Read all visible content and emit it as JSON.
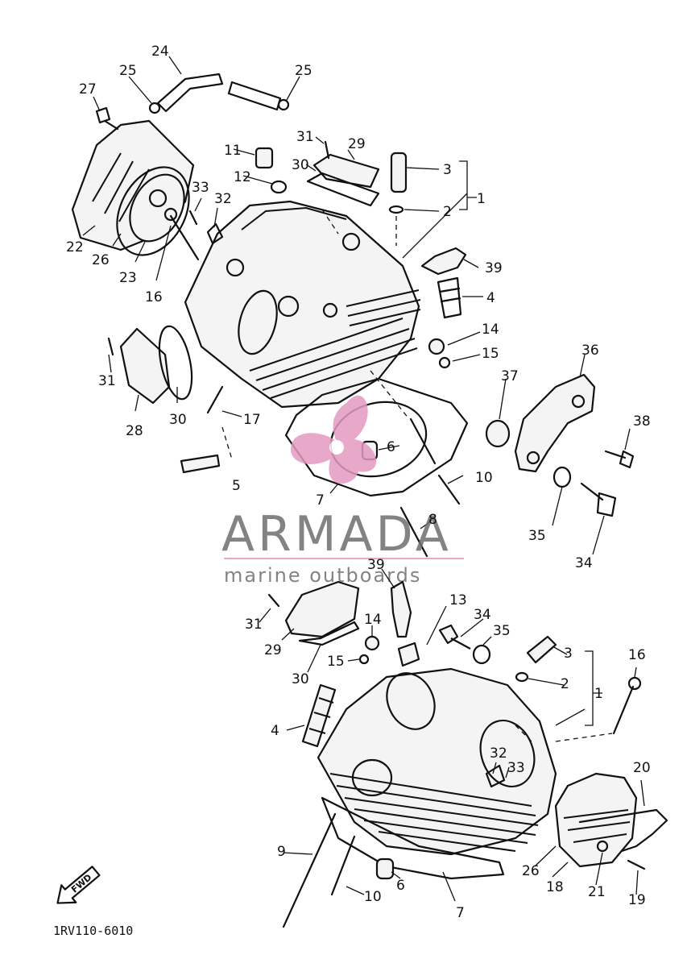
{
  "diagram": {
    "catalog_code": "1RV110-6010",
    "direction_badge": "FWD",
    "watermark": {
      "brand": "ARMADA",
      "tagline": "marine outboards",
      "accent_color": "#e39ac0"
    },
    "callouts": {
      "c24": "24",
      "c25a": "25",
      "c25b": "25",
      "c27": "27",
      "c31a": "31",
      "c29a": "29",
      "c11": "11",
      "c12": "12",
      "c30a": "30",
      "c3a": "3",
      "c2a": "2",
      "c1a": "1",
      "c33a": "33",
      "c32a": "32",
      "c22": "22",
      "c26a": "26",
      "c23": "23",
      "c16a": "16",
      "c39a": "39",
      "c4a": "4",
      "c14a": "14",
      "c15a": "15",
      "c36": "36",
      "c37": "37",
      "c31b": "31",
      "c28": "28",
      "c30b": "30",
      "c17": "17",
      "c5": "5",
      "c6a": "6",
      "c7a": "7",
      "c10a": "10",
      "c38": "38",
      "c8": "8",
      "c35a": "35",
      "c34a": "34",
      "c39b": "39",
      "c13": "13",
      "c34b": "34",
      "c35b": "35",
      "c3b": "3",
      "c31c": "31",
      "c29b": "29",
      "c14b": "14",
      "c15b": "15",
      "c30c": "30",
      "c2b": "2",
      "c1b": "1",
      "c16b": "16",
      "c4b": "4",
      "c32b": "32",
      "c33b": "33",
      "c20": "20",
      "c9": "9",
      "c26b": "26",
      "c18": "18",
      "c21": "21",
      "c19": "19",
      "c10b": "10",
      "c6b": "6",
      "c7b": "7"
    }
  }
}
